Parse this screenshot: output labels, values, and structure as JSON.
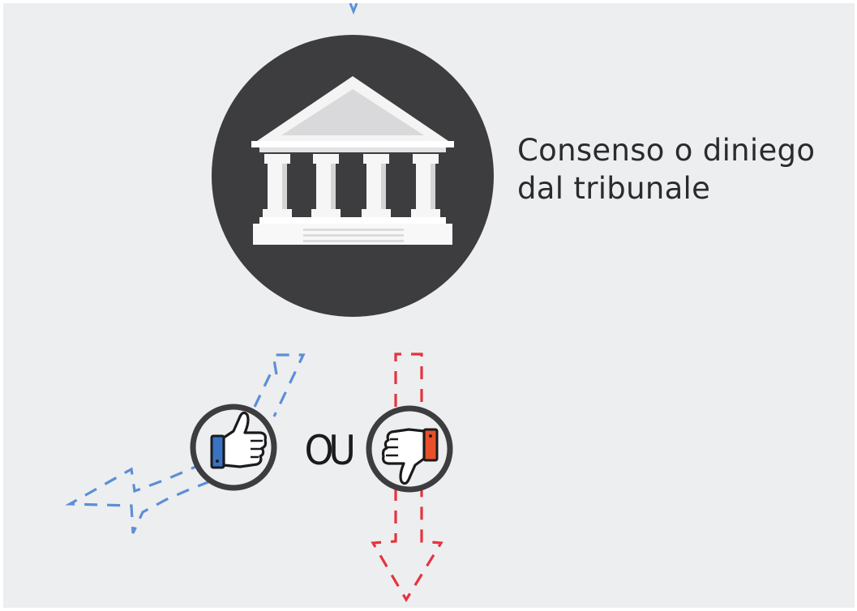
{
  "decision": {
    "caption_line1": "Consenso o diniego",
    "caption_line2": "dal tribunale",
    "or_word": "OU",
    "court_icon": "courthouse-icon",
    "approve_icon": "thumbs-up-icon",
    "reject_icon": "thumbs-down-icon"
  },
  "colors": {
    "background": "#edeeef",
    "circle": "#3d3d3f",
    "approve": "#5b8fd8",
    "approve_fill": "#3a73c4",
    "reject": "#e5333f",
    "reject_fill": "#e8502a",
    "text": "#2b2b2d"
  }
}
